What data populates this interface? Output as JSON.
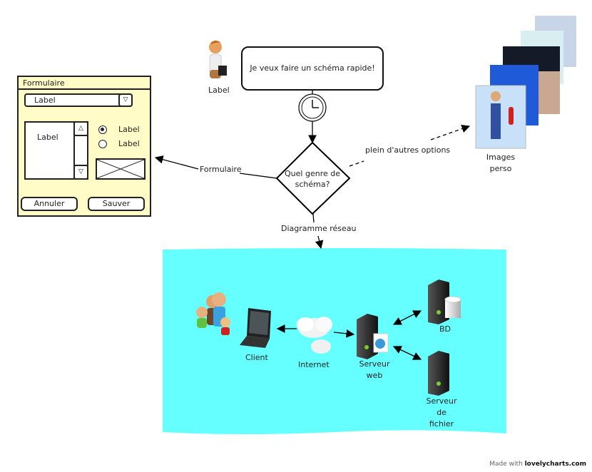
{
  "person": {
    "label": "Label"
  },
  "speech": {
    "text": "Je veux faire un schéma rapide!"
  },
  "decision": {
    "line1": "Quel genre de",
    "line2": "schéma?"
  },
  "edges": {
    "to_form": "Formulaire",
    "to_images": "plein d'autres options",
    "to_network": "Diagramme réseau"
  },
  "form": {
    "title": "Formulaire",
    "dropdown_value": "Label",
    "dropdown_icon": "▽",
    "listbox_text": "Label",
    "scroll_up_icon": "△",
    "scroll_down_icon": "▽",
    "radios": [
      {
        "label": "Label",
        "checked": true
      },
      {
        "label": "Label",
        "checked": false
      }
    ],
    "cancel_label": "Annuler",
    "save_label": "Sauver"
  },
  "images": {
    "line1": "Images",
    "line2": "perso"
  },
  "network": {
    "background": "#66ffff",
    "client": "Client",
    "internet": "Internet",
    "webserver_line1": "Serveur",
    "webserver_line2": "web",
    "db": "BD",
    "fileserver_line1": "Serveur",
    "fileserver_line2": "de",
    "fileserver_line3": "fichier"
  },
  "footer": {
    "prefix": "Made with",
    "brand": "lovelycharts.com"
  }
}
